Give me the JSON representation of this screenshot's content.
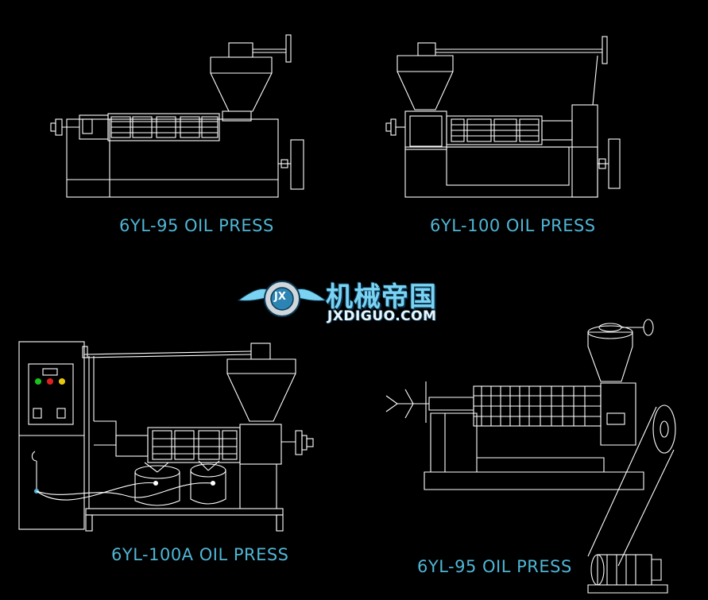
{
  "captions": {
    "press_1": "6YL-95 OIL PRESS",
    "press_2": "6YL-100 OIL PRESS",
    "press_3": "6YL-100A OIL PRESS",
    "press_4": "6YL-95 OIL PRESS"
  },
  "watermark": {
    "chinese_text": "机械帝国",
    "domain_text": "JXDIGUO.COM",
    "emblem_letters": "JX"
  },
  "colors": {
    "background": "#000000",
    "line": "#ffffff",
    "caption": "#4fb6d6",
    "logo_blue": "#7ad3f2",
    "indicator_green": "#19c31a",
    "indicator_red": "#e02020",
    "indicator_yellow": "#e6c80f"
  }
}
